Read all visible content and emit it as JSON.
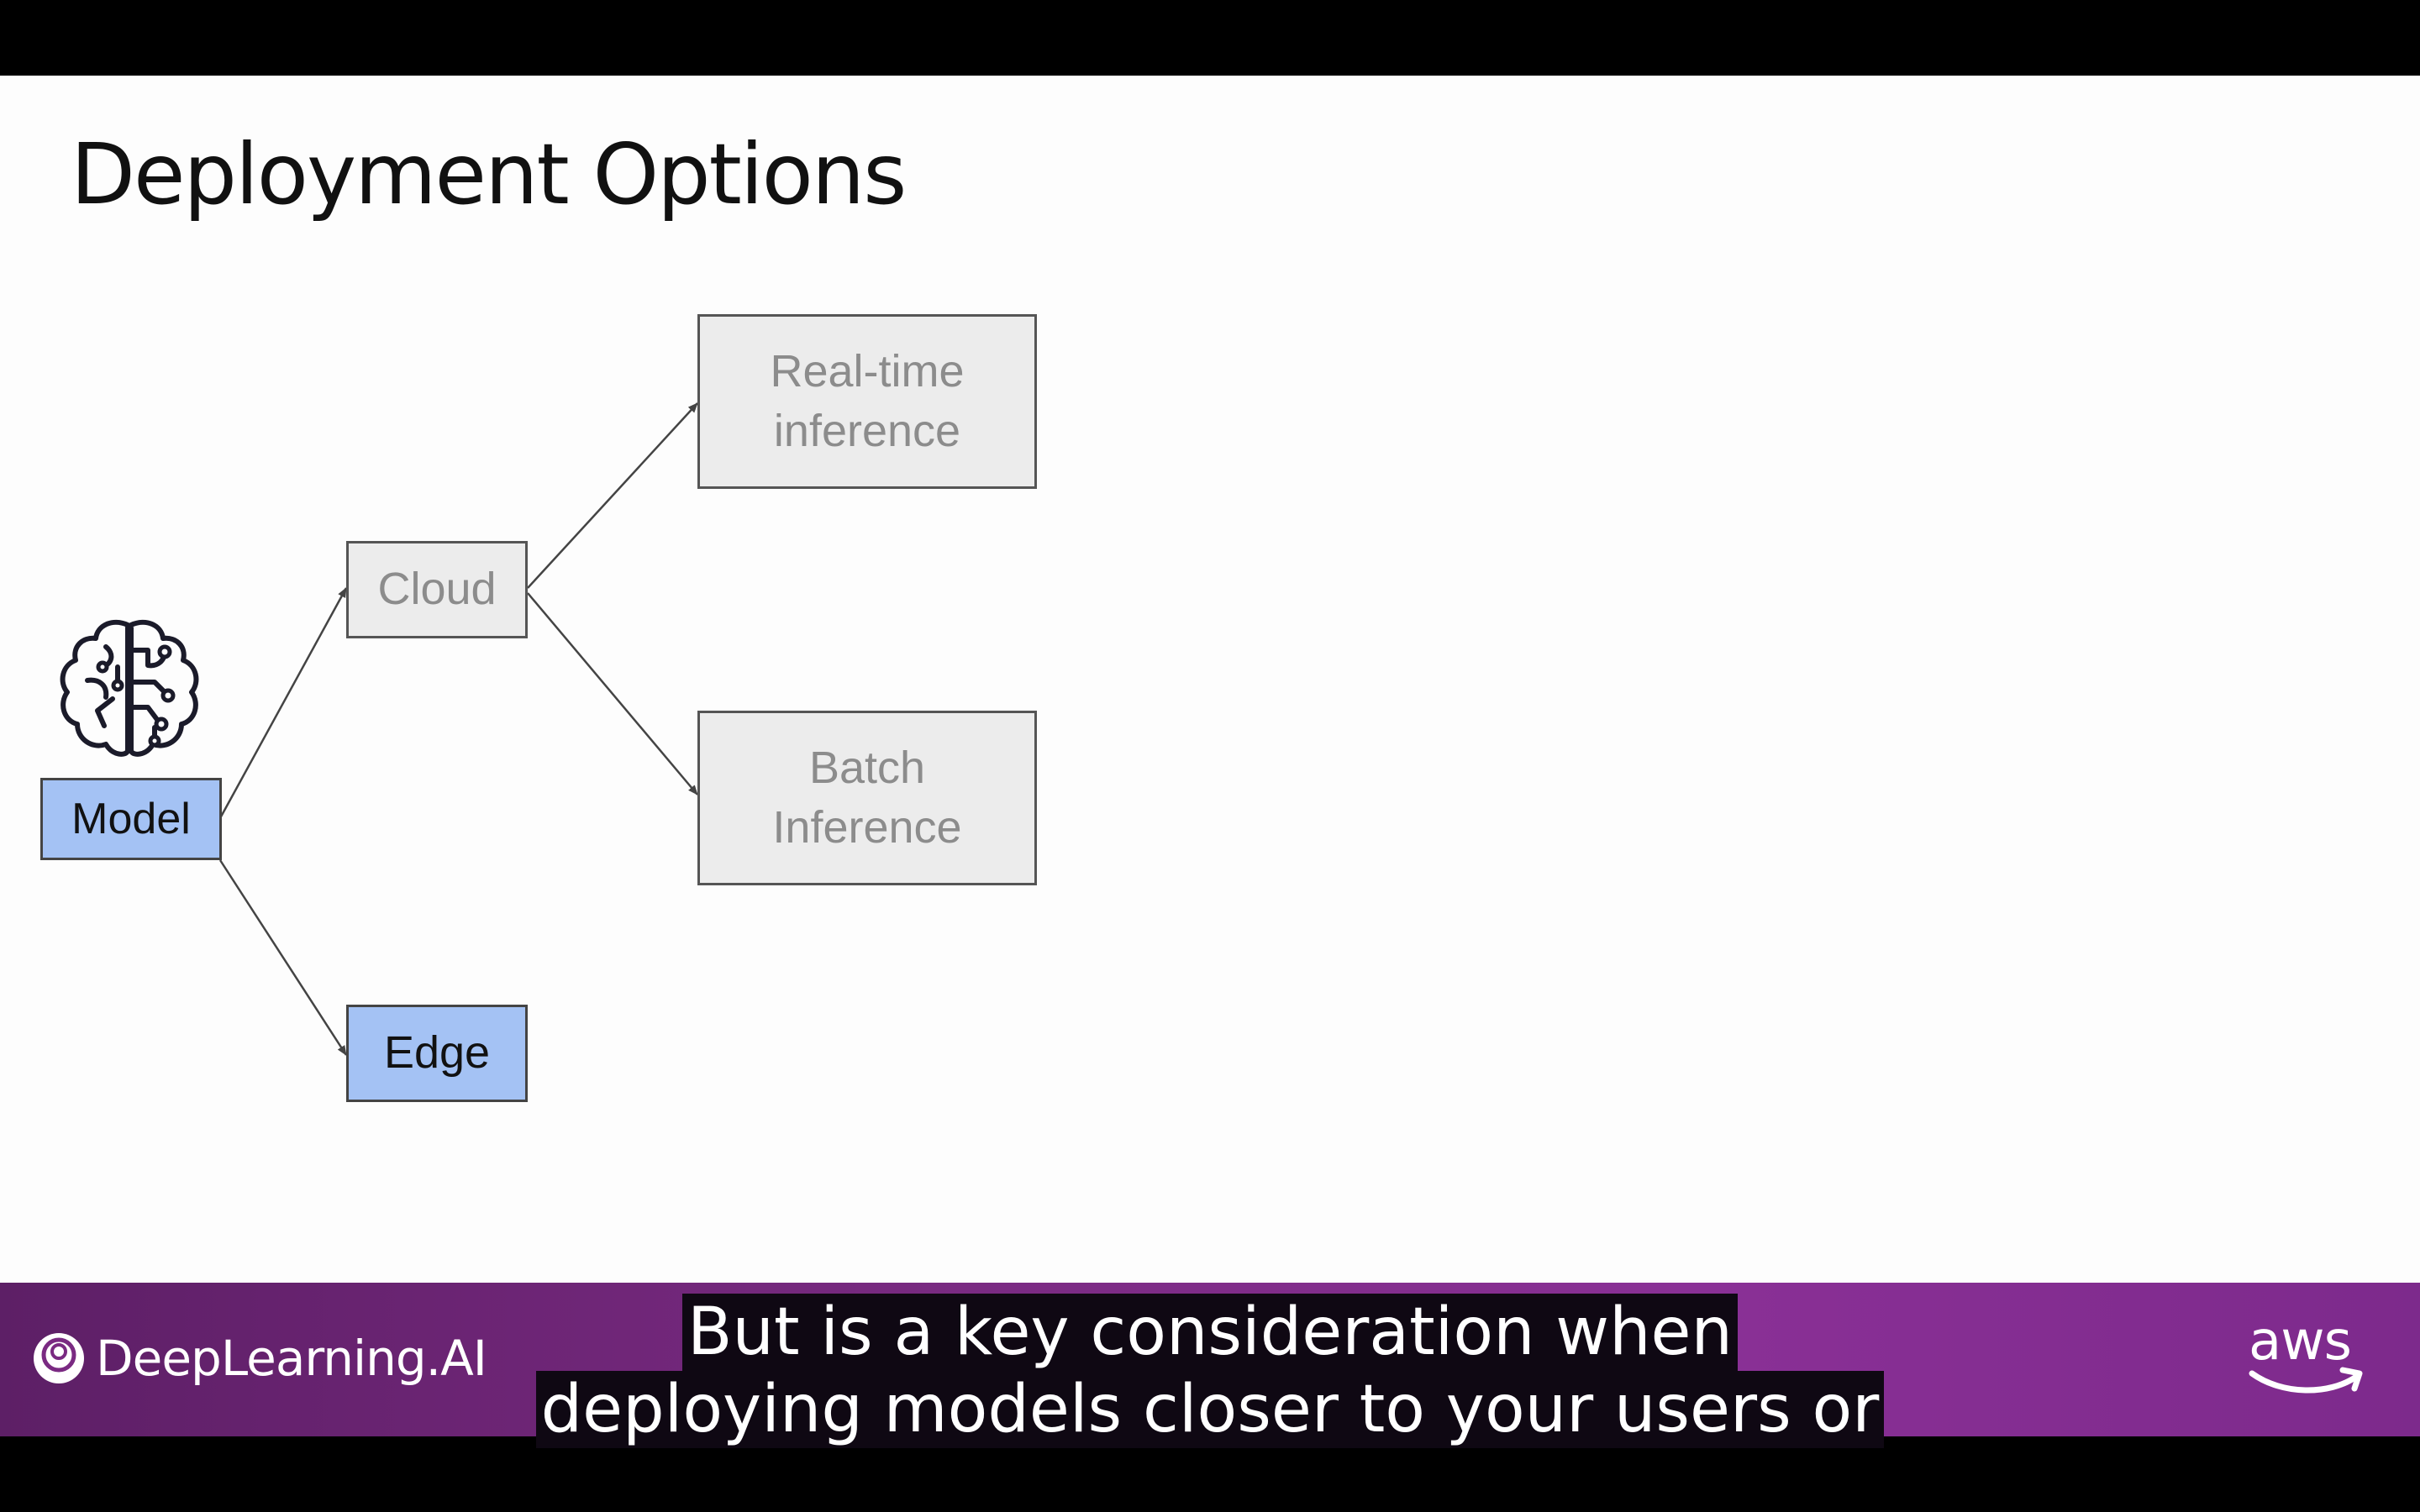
{
  "slide": {
    "title": "Deployment Options"
  },
  "diagram": {
    "nodes": {
      "model": "Model",
      "cloud": "Cloud",
      "edge": "Edge",
      "realtime": "Real-time\ninference",
      "batch": "Batch\nInference"
    }
  },
  "icons": {
    "model": "brain-circuit-icon",
    "brand": "deeplearning-ai-logo-icon",
    "partner": "aws-smile-icon"
  },
  "branding": {
    "left_logo": "DeepLearning.AI",
    "right_logo": "aws"
  },
  "captions": {
    "line1": "But is a key consideration when",
    "line2": "deploying models closer to your users or"
  },
  "colors": {
    "active_node": "#a4c2f4",
    "inactive_node": "#ececec",
    "inactive_text": "#8c8c8c",
    "banner": "#7a2a82"
  }
}
